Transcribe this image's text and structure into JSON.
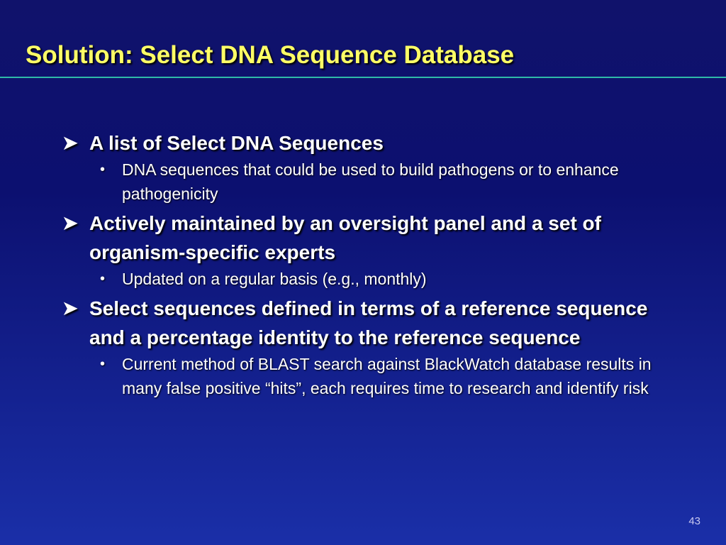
{
  "slide": {
    "title": "Solution: Select DNA Sequence Database",
    "page_number": "43",
    "colors": {
      "background_top": "#10126b",
      "background_bottom": "#1a2fa8",
      "title": "#ffff66",
      "rule": "#2fb8a8",
      "text": "#ffffff"
    }
  },
  "bullets": [
    {
      "text": "A list of Select DNA Sequences",
      "icon": "arrowhead-bullet-icon",
      "sub": [
        {
          "text": "DNA sequences that could be used to build pathogens or to enhance pathogenicity"
        }
      ]
    },
    {
      "text": "Actively maintained by an oversight panel and a set of organism-specific experts",
      "icon": "arrowhead-bullet-icon",
      "sub": [
        {
          "text": "Updated on a regular basis (e.g., monthly)"
        }
      ]
    },
    {
      "text": "Select sequences defined in terms of a reference sequence and a percentage identity to the reference sequence",
      "icon": "arrowhead-bullet-icon",
      "sub": [
        {
          "text": "Current method of BLAST search against BlackWatch database results in many false positive “hits”, each requires time to research and identify risk"
        }
      ]
    }
  ]
}
